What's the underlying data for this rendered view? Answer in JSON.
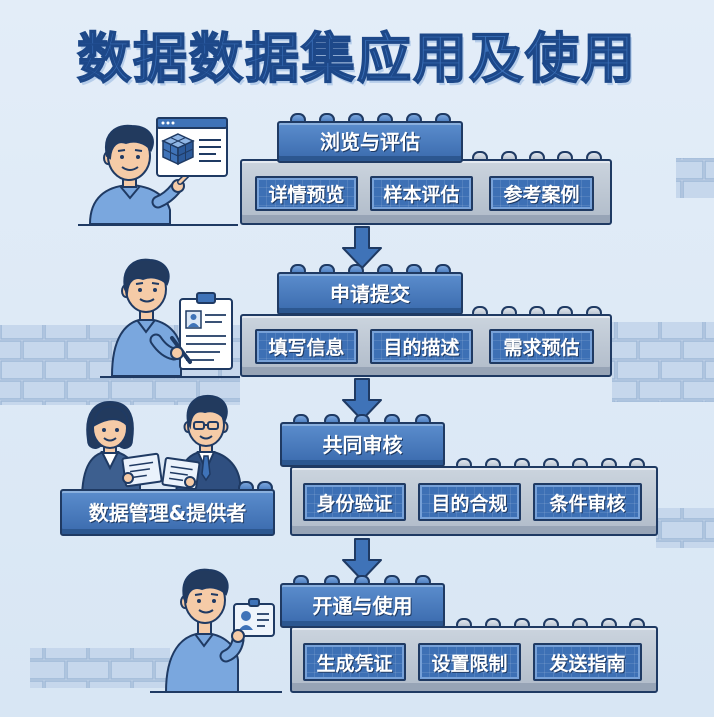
{
  "title": "数据数据集应用及使用",
  "stages": [
    {
      "label": "浏览与评估",
      "steps": [
        "详情预览",
        "样本评估",
        "参考案例"
      ]
    },
    {
      "label": "申请提交",
      "steps": [
        "填写信息",
        "目的描述",
        "需求预估"
      ]
    },
    {
      "label": "共同审核",
      "steps": [
        "身份验证",
        "目的合规",
        "条件审核"
      ]
    },
    {
      "label": "开通与使用",
      "steps": [
        "生成凭证",
        "设置限制",
        "发送指南"
      ]
    }
  ],
  "actor_label": "数据管理&提供者",
  "icons": [
    "browser-window-icon",
    "cube-icon",
    "clipboard-icon",
    "pen-icon",
    "tablet-icon",
    "id-badge-icon",
    "down-arrow-icon"
  ],
  "colors": {
    "background": "#dde9f6",
    "title": "#3a6fb8",
    "brick_blue": "#3d70b5",
    "brick_gray": "#b7c1cd",
    "outline": "#1f3a63",
    "wall": "#c6d7ec"
  }
}
